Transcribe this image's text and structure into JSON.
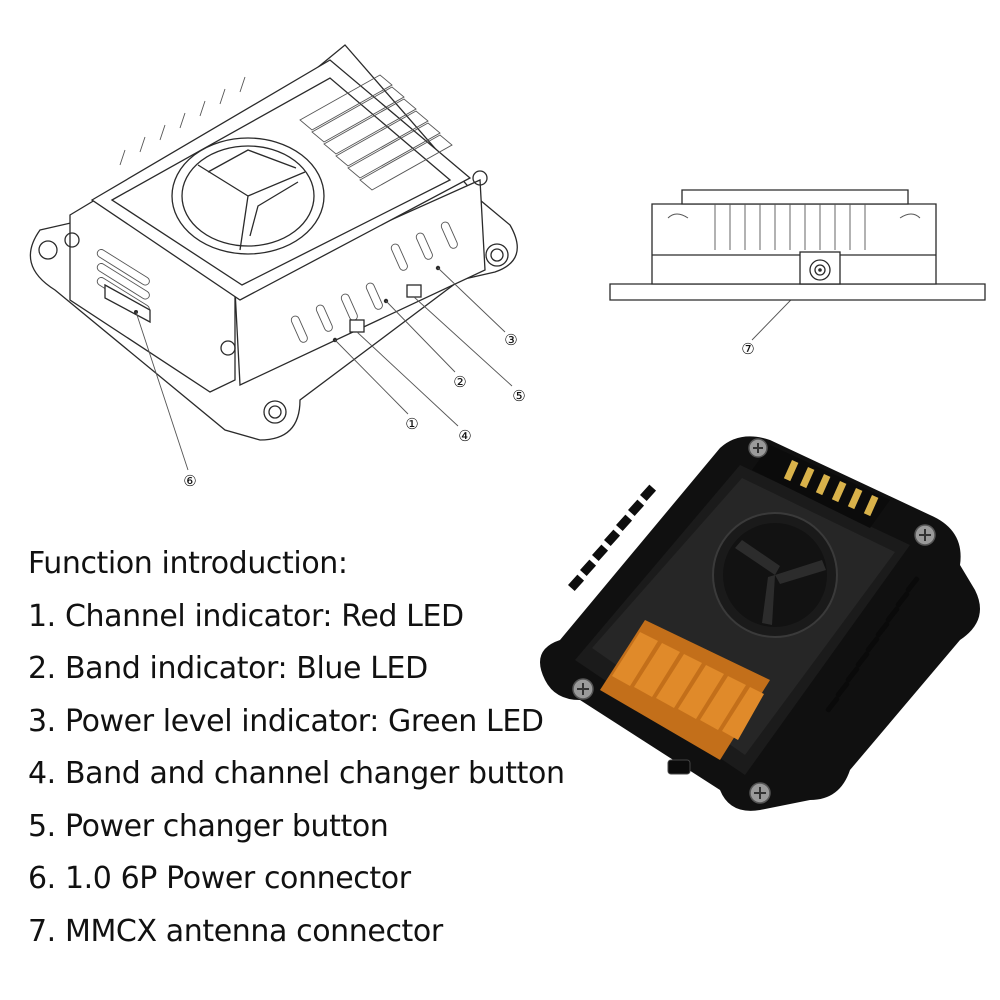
{
  "callouts": {
    "c1": "①",
    "c2": "②",
    "c3": "③",
    "c4": "④",
    "c5": "⑤",
    "c6": "⑥",
    "c7": "⑦"
  },
  "legend": {
    "heading": "Function introduction:",
    "items": [
      "1. Channel indicator: Red LED",
      "2. Band indicator: Blue LED",
      "3. Power level indicator: Green LED",
      "4. Band and channel changer button",
      "5. Power changer button",
      "6. 1.0 6P Power connector",
      "7. MMCX antenna connector"
    ]
  },
  "colors": {
    "line_art": "#2a2a2a",
    "device_body": "#141414",
    "heatsink_copper": "#e08a2a",
    "connector_gold": "#d9b24a"
  }
}
